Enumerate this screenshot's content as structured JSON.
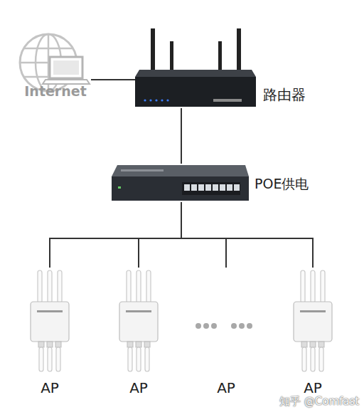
{
  "diagram": {
    "nodes": [
      {
        "text": [
          "Internet"
        ]
      },
      {
        "text": [
          "路由器"
        ]
      },
      {
        "text": [
          "POE供电"
        ]
      },
      {
        "text": [
          "AP"
        ]
      },
      {
        "text": [
          "AP"
        ]
      },
      {
        "text": [
          "AP"
        ]
      },
      {
        "text": [
          "AP"
        ]
      }
    ],
    "edges": [
      {
        "from": 0,
        "to": 1,
        "arrow": "none"
      },
      {
        "from": 1,
        "to": 2,
        "arrow": "none"
      },
      {
        "from": 2,
        "to": 3,
        "arrow": "none"
      },
      {
        "from": 2,
        "to": 4,
        "arrow": "none"
      },
      {
        "from": 2,
        "to": 5,
        "arrow": "none"
      },
      {
        "from": 2,
        "to": 6,
        "arrow": "none"
      }
    ],
    "labels": [
      "知乎 @Comfast"
    ]
  }
}
